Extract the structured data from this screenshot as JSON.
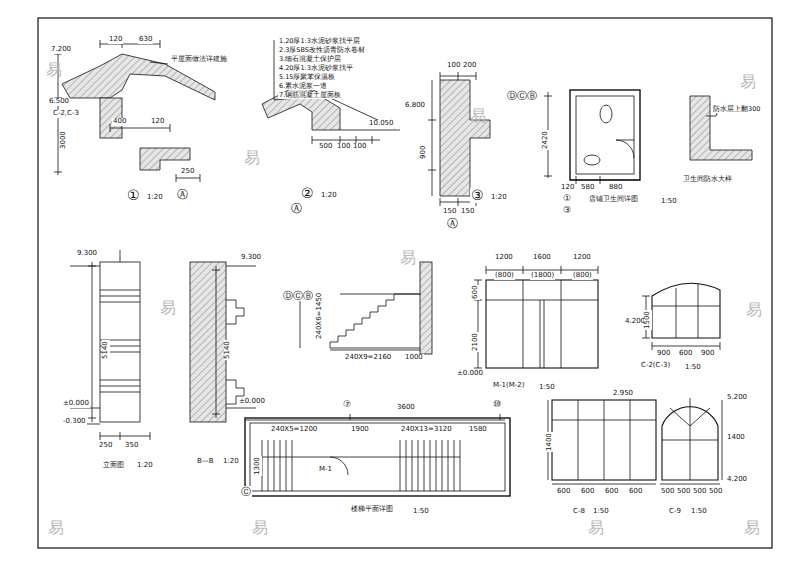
{
  "diagram": {
    "labels": [
      "7.200",
      "120",
      "630",
      "6.500",
      "C-2,C-3",
      "3000",
      "400",
      "120",
      "250",
      "①",
      "1:20",
      "Ⓐ",
      "平屋面做法详建施",
      "1.20厚1:3水泥砂浆找平层",
      "2.3厚SBS改性沥青防水卷材",
      "3.细石混凝土保护层",
      "4.20厚1:3水泥砂浆找平",
      "5.15厚聚苯保温板",
      "6.素水泥浆一道",
      "7.钢筋混凝土屋面板",
      "500",
      "100",
      "100",
      "10.050",
      "②",
      "1:20",
      "Ⓐ",
      "100",
      "200",
      "6.800",
      "900",
      "150",
      "150",
      "③",
      "1:20",
      "Ⓐ",
      "ⒹⒸⒷ",
      "2420",
      "120",
      "580",
      "880",
      "①",
      "③",
      "店铺卫生间详图",
      "1:50",
      "防水层上翻300",
      "卫生间防水大样",
      "9.300",
      "5140",
      "±0.000",
      "-0.300",
      "250",
      "350",
      "立面图",
      "1:20",
      "9.300",
      "5140",
      "±0.000",
      "B—B",
      "1:20",
      "ⒹⒸⒷ",
      "240X9=2160",
      "1000",
      "240X6=1450",
      "1200",
      "1600",
      "1200",
      "(800)",
      "(1800)",
      "(800)",
      "600",
      "2100",
      "±0.000",
      "M-1(M-2)",
      "1:50",
      "C-2(C-3)",
      "1:50",
      "4.200",
      "900",
      "600",
      "900",
      "1500",
      "3600",
      "240X5=1200",
      "1900",
      "240X13=3120",
      "1580",
      "1300",
      "M-1",
      "⑦",
      "⑩",
      "Ⓒ",
      "楼梯平面详图",
      "1:50",
      "2.950",
      "1400",
      "600",
      "600",
      "600",
      "600",
      "C-8",
      "1:50",
      "5.200",
      "1400",
      "4.200",
      "500",
      "500",
      "500",
      "500",
      "C-9",
      "1:50",
      "易",
      "易",
      "易",
      "易",
      "易",
      "易",
      "易",
      "易",
      "易",
      "易",
      "易"
    ]
  }
}
